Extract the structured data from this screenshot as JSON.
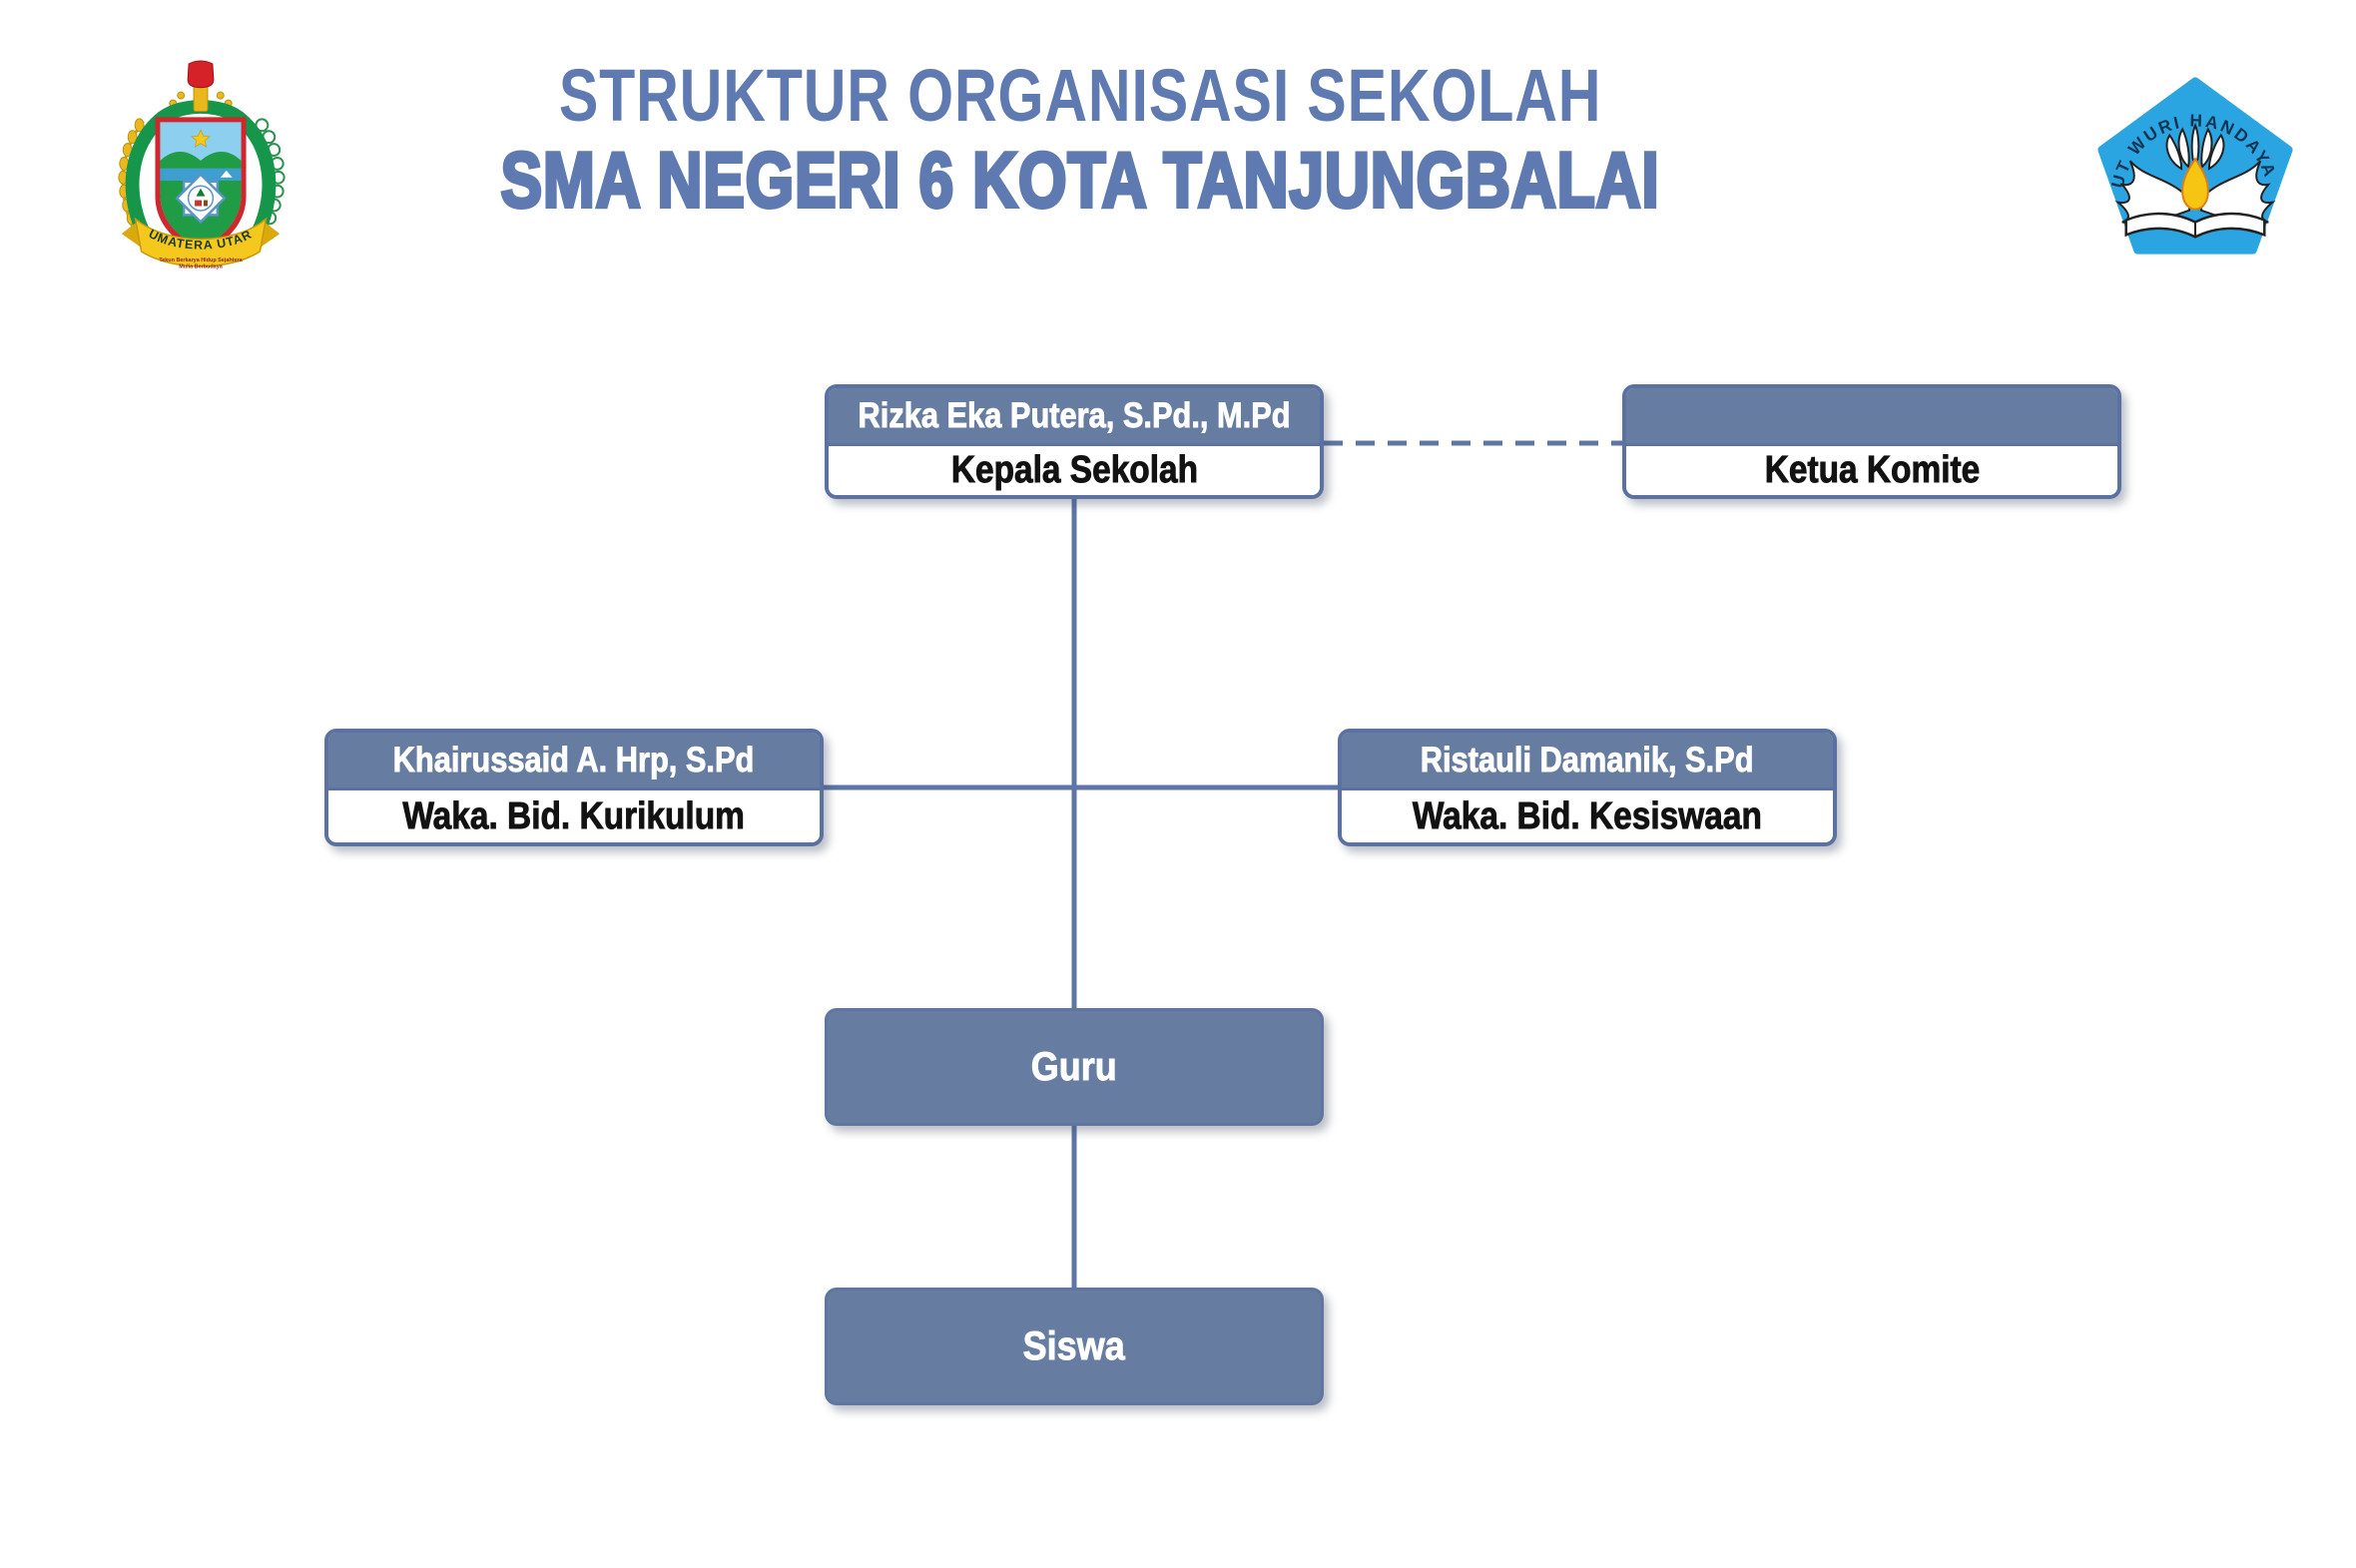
{
  "header": {
    "title_line1": "STRUKTUR ORGANISASI SEKOLAH",
    "title_line2": "SMA NEGERI 6 KOTA TANJUNGBALAI"
  },
  "logos": {
    "left": {
      "ribbon_text": "SUMATERA UTARA",
      "motto_line1": "Tekun Berkarya  Hidup Sejahtera",
      "motto_line2": "Mulia Berbudaya"
    },
    "right": {
      "arc_text": "TUT WURI HANDAYANI"
    }
  },
  "chart": {
    "kepala_sekolah": {
      "name": "Rizka Eka Putera, S.Pd., M.Pd",
      "role": "Kepala Sekolah"
    },
    "ketua_komite": {
      "name": "",
      "role": "Ketua Komite"
    },
    "waka_kurikulum": {
      "name": "Khairussaid A. Hrp, S.Pd",
      "role": "Waka. Bid. Kurikulum"
    },
    "waka_kesiswaan": {
      "name": "Ristauli Damanik, S.Pd",
      "role": "Waka. Bid. Kesiswaan"
    },
    "guru": {
      "label": "Guru"
    },
    "siswa": {
      "label": "Siswa"
    }
  },
  "colors": {
    "title_blue": "#5e7ab0",
    "node_fill": "#667ca1",
    "node_border": "#5a71a1",
    "connector": "#5d76a6",
    "pentagon_blue": "#2aa5e1",
    "emblem_green": "#1f9c45",
    "emblem_gold": "#f4c81d",
    "emblem_red": "#d52128"
  }
}
